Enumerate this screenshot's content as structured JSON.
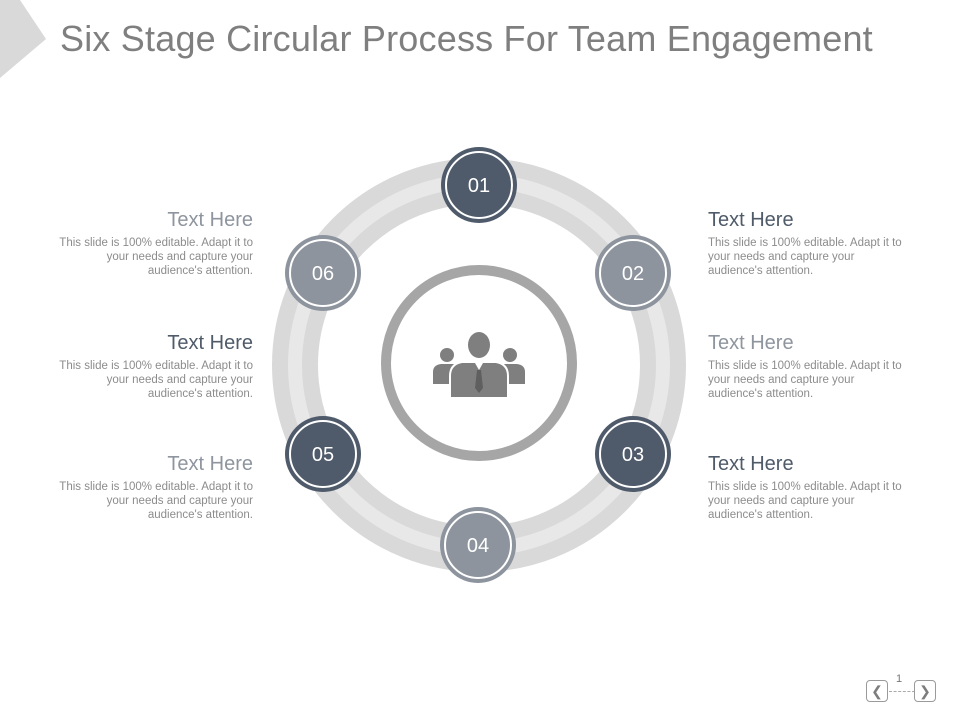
{
  "slide": {
    "title": "Six Stage Circular Process For Team Engagement",
    "page_number": "1"
  },
  "stages": [
    {
      "number": "01",
      "tone": "dark"
    },
    {
      "number": "02",
      "tone": "light"
    },
    {
      "number": "03",
      "tone": "dark"
    },
    {
      "number": "04",
      "tone": "light"
    },
    {
      "number": "05",
      "tone": "dark"
    },
    {
      "number": "06",
      "tone": "light"
    }
  ],
  "labels": {
    "left": [
      {
        "heading": "Text Here",
        "body": "This slide is 100% editable. Adapt it to your needs and capture your audience's attention.",
        "tone": "light"
      },
      {
        "heading": "Text Here",
        "body": "This slide is 100% editable. Adapt it to your needs and capture your audience's attention.",
        "tone": "dark"
      },
      {
        "heading": "Text Here",
        "body": "This slide is 100% editable. Adapt it to your needs and capture your audience's attention.",
        "tone": "light"
      }
    ],
    "right": [
      {
        "heading": "Text Here",
        "body": "This slide is 100% editable. Adapt it to your needs and capture your audience's attention.",
        "tone": "dark"
      },
      {
        "heading": "Text Here",
        "body": "This slide is 100% editable. Adapt it to your needs and capture your audience's attention.",
        "tone": "light"
      },
      {
        "heading": "Text Here",
        "body": "This slide is 100% editable. Adapt it to your needs and capture your audience's attention.",
        "tone": "dark"
      }
    ]
  },
  "center_icon": "team-people-icon",
  "nav": {
    "prev_icon": "chevron-left-icon",
    "next_icon": "chevron-right-icon"
  },
  "colors": {
    "dark_node": "#4f5b6b",
    "light_node": "#8d949e",
    "ring": "#d9d9d9",
    "ring_inner": "#e6e6e6",
    "center_ring": "#a6a6a6",
    "icon": "#7f7f7f",
    "title": "#7f7f7f"
  }
}
